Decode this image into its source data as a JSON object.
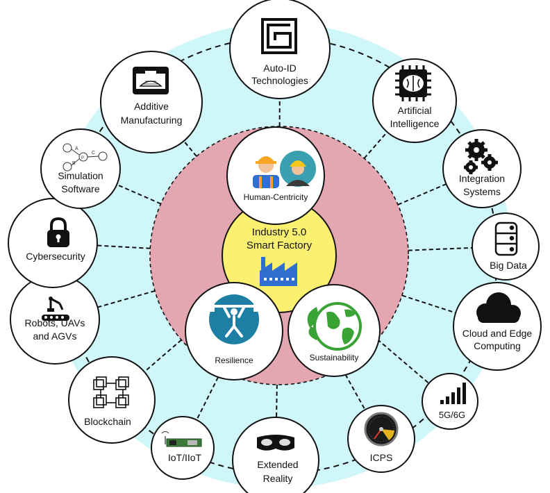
{
  "colors": {
    "outer_ring": "#cff6f9",
    "inner_disk": "#e4a7b2",
    "center": "#fbf070",
    "node_fill": "#ffffff",
    "stroke": "#111111",
    "factory": "#2f6fd0"
  },
  "center": {
    "line1": "Industry 5.0",
    "line2": "Smart Factory",
    "icon": "factory-icon"
  },
  "pillars": [
    {
      "label": "Human-Centricity",
      "icon": "workers-icon"
    },
    {
      "label": "Resilience",
      "icon": "weightlifter-icon"
    },
    {
      "label": "Sustainability",
      "icon": "green-earth-icon"
    }
  ],
  "technologies": [
    {
      "lines": [
        "Auto-ID",
        "Technologies"
      ],
      "icon": "rfid-tag-icon"
    },
    {
      "lines": [
        "Artificial",
        "Intelligence"
      ],
      "icon": "brain-chip-icon"
    },
    {
      "lines": [
        "Integration",
        "Systems"
      ],
      "icon": "gears-icon"
    },
    {
      "lines": [
        "Big Data"
      ],
      "icon": "database-icon"
    },
    {
      "lines": [
        "Cloud and Edge",
        "Computing"
      ],
      "icon": "cloud-icon"
    },
    {
      "lines": [
        "5G/6G"
      ],
      "icon": "signal-bars-icon"
    },
    {
      "lines": [
        "ICPS"
      ],
      "icon": "gauge-icon"
    },
    {
      "lines": [
        "Extended",
        "Reality"
      ],
      "icon": "vr-headset-icon"
    },
    {
      "lines": [
        "IoT/IIoT"
      ],
      "icon": "iot-board-icon"
    },
    {
      "lines": [
        "Blockchain"
      ],
      "icon": "blockchain-icon"
    },
    {
      "lines": [
        "Robots, UAVs",
        "and AGVs"
      ],
      "icon": "robot-arm-icon"
    },
    {
      "lines": [
        "Cybersecurity"
      ],
      "icon": "padlock-icon"
    },
    {
      "lines": [
        "Simulation",
        "Software"
      ],
      "icon": "petri-net-icon"
    },
    {
      "lines": [
        "Additive",
        "Manufacturing"
      ],
      "icon": "3d-printer-icon"
    }
  ],
  "petri_labels": [
    "A",
    "P",
    "C",
    "B"
  ]
}
